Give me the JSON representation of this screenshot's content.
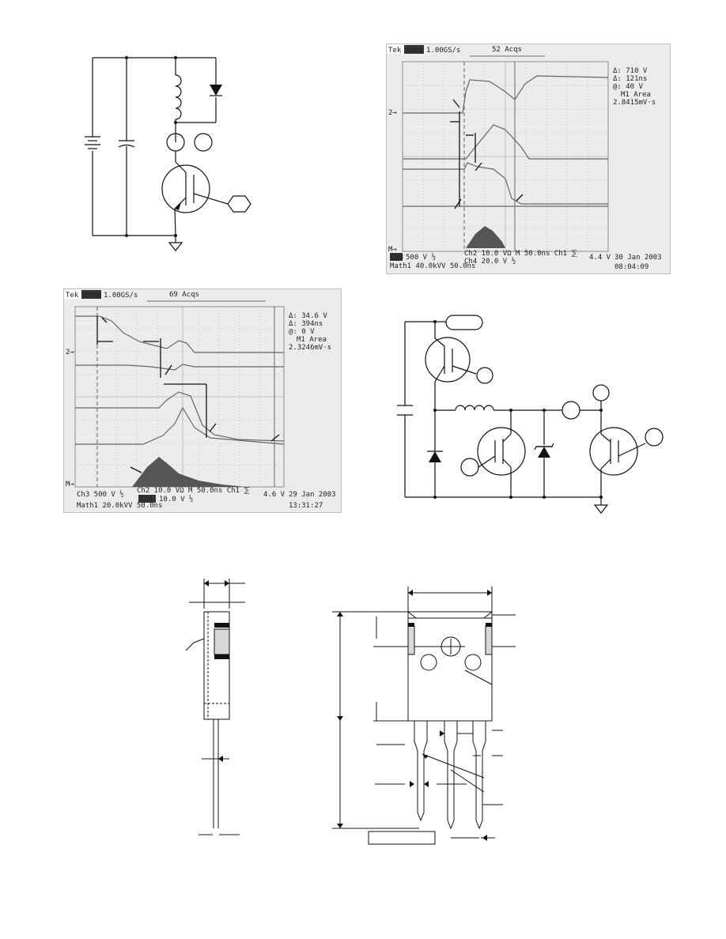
{
  "scope1": {
    "header_brand": "Tek",
    "header_state": "Stop",
    "header_rate": "1.00GS/s",
    "header_acqs": "52 Acqs",
    "readout_delta_v": "Δ: 710 V",
    "readout_delta_t": "Δ: 121ns",
    "readout_at": "@: 40 V",
    "readout_math": "M1 Area",
    "readout_math_val": "2.8415mV·s",
    "ch2_marker": "2→",
    "m_marker": "M→",
    "footer_ch3_tag": "Ch3",
    "footer_ch3": "500 V ½",
    "footer_ch2": "Ch2   10.0 VΩ M 50.0ns  Ch1 ⅀",
    "footer_ch4": "Ch4   20.0 V  ½",
    "footer_trig": "4.4 V",
    "footer_math": "Math1  40.0kVV   50.0ns",
    "date": "30 Jan 2003",
    "time": "08:04:09"
  },
  "scope2": {
    "header_brand": "Tek",
    "header_state": "Stop",
    "header_rate": "1.00GS/s",
    "header_acqs": "69 Acqs",
    "readout_delta_v": "Δ: 34.6 V",
    "readout_delta_t": "Δ: 394ns",
    "readout_at": "@: 0 V",
    "readout_math": "M1 Area",
    "readout_math_val": "2.3246mV·s",
    "ch2_marker": "2→",
    "m_marker": "M→",
    "footer_ch2": "Ch2   10.0 VΩ M 50.0ns  Ch1 ⅀",
    "footer_ch3": "Ch3    500 V ½",
    "footer_ch4_tag": "Ch4",
    "footer_ch4": "10.0 V ½",
    "footer_trig": "4.6 V",
    "footer_math": "Math1   20.0kVV    50.0ns",
    "date": "29 Jan 2003",
    "time": "13:31:27"
  },
  "colors": {
    "scope_bg": "#ececec",
    "grid": "#9a9a9a",
    "trace": "#6a6a6a",
    "ink": "#111111"
  }
}
